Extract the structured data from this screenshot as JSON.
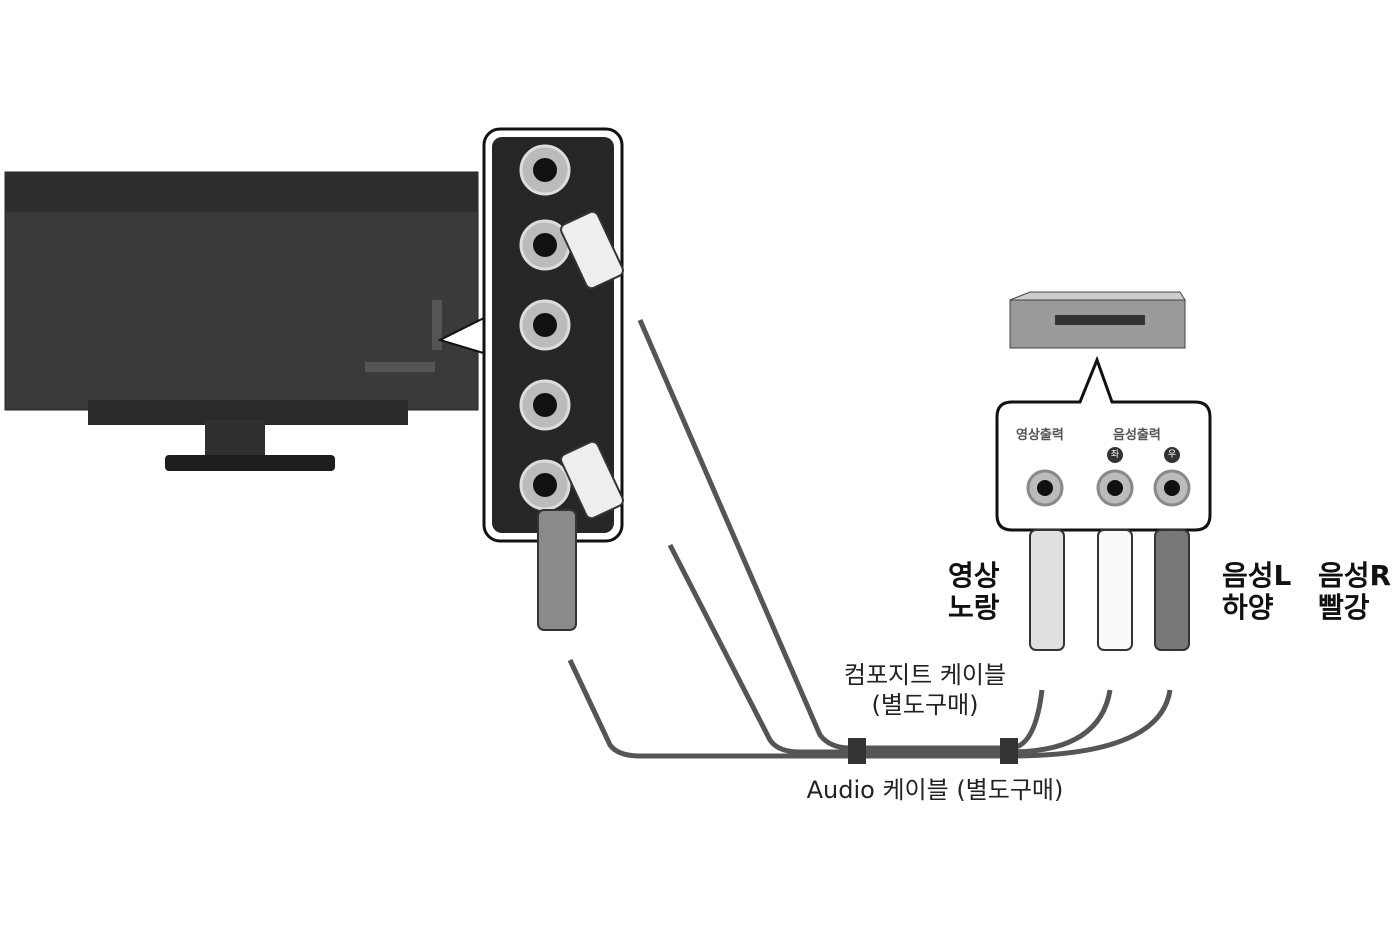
{
  "vcr_panel": {
    "video_out_label": "영상출력",
    "audio_out_label": "음성출력",
    "left_badge": "좌",
    "right_badge": "우"
  },
  "plug_labels": {
    "video": [
      "영상",
      "노랑"
    ],
    "audio_left": [
      "음성L",
      "하양"
    ],
    "audio_right": [
      "음성R",
      "빨강"
    ]
  },
  "cables": {
    "composite": [
      "컴포지트 케이블",
      "(별도구매)"
    ],
    "audio": "Audio 케이블 (별도구매)"
  }
}
